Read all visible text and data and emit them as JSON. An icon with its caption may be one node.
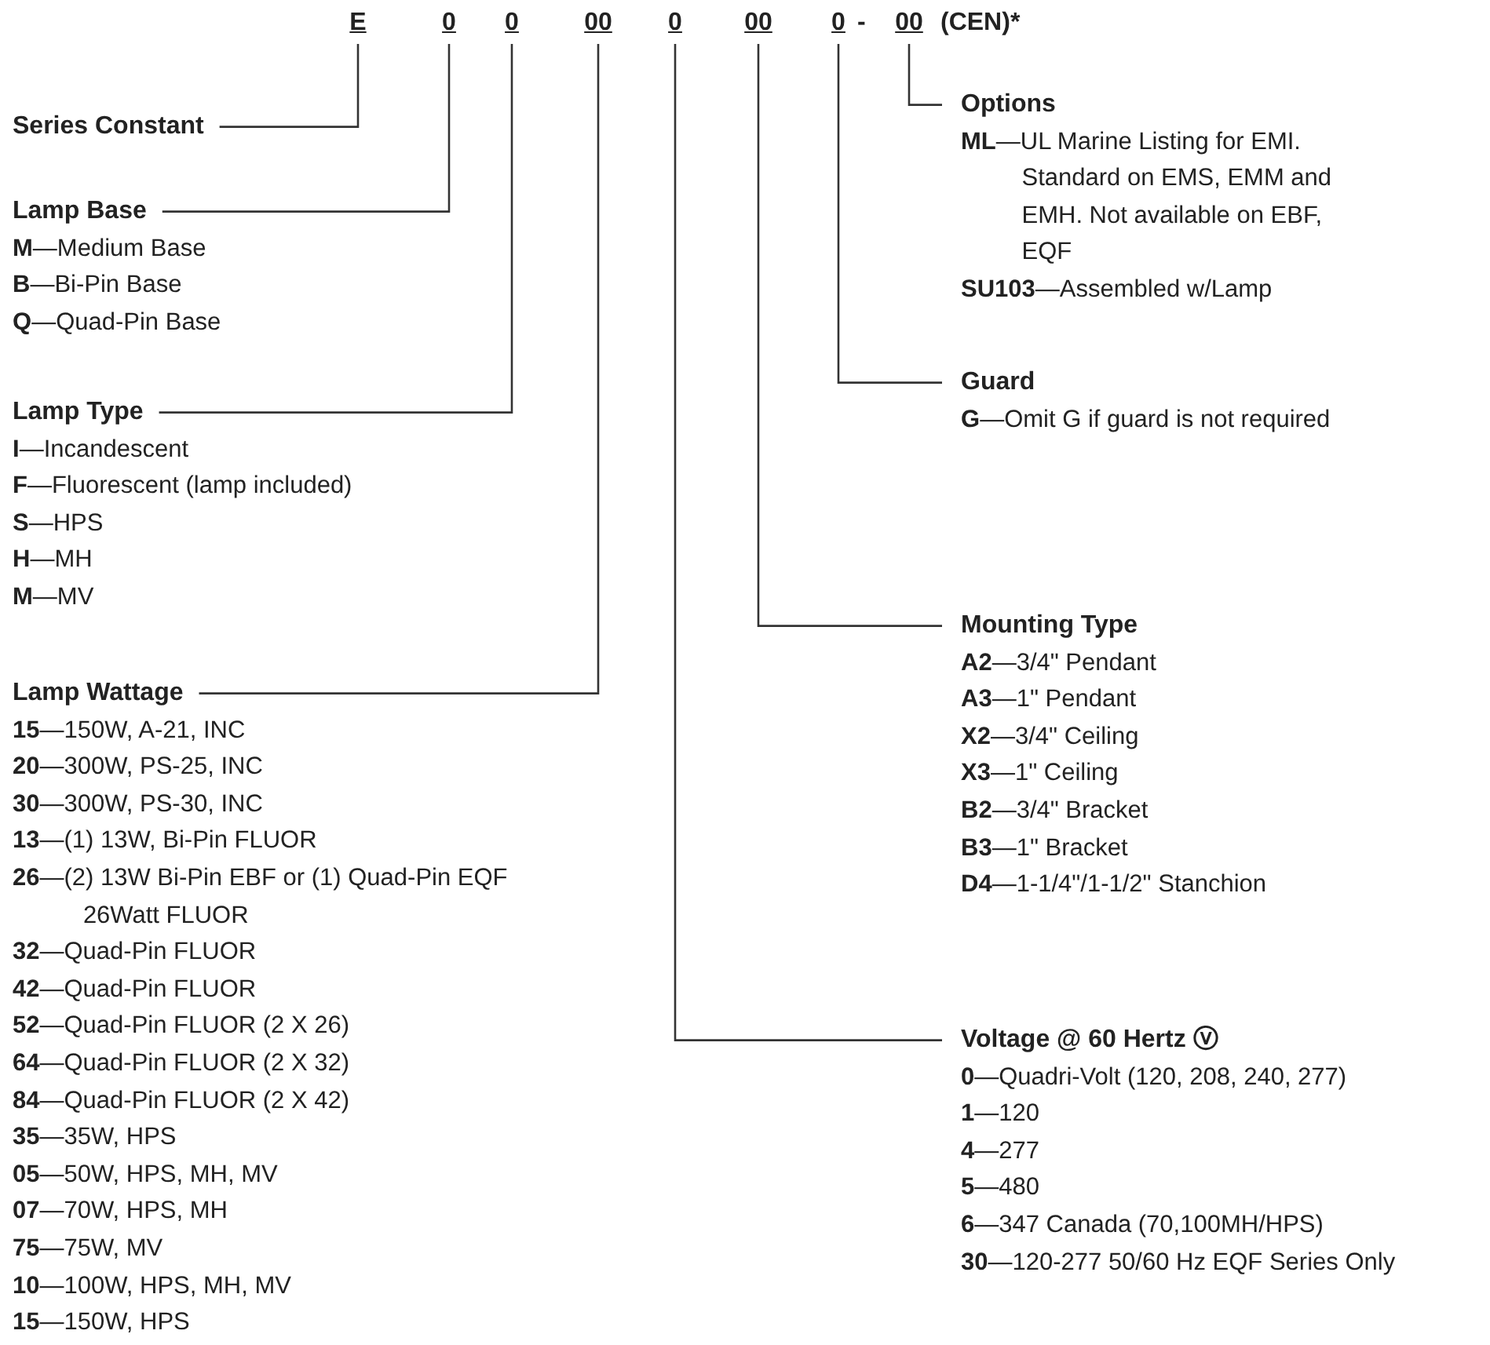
{
  "diagram": {
    "nodes": [
      {
        "text": [
          "E"
        ]
      },
      {
        "text": [
          "0"
        ]
      },
      {
        "text": [
          "0"
        ]
      },
      {
        "text": [
          "00"
        ]
      },
      {
        "text": [
          "0"
        ]
      },
      {
        "text": [
          "00"
        ]
      },
      {
        "text": [
          "0"
        ]
      },
      {
        "text": [
          "00"
        ]
      },
      {
        "text": [
          "Series Constant"
        ]
      },
      {
        "text": [
          "Lamp Base",
          "**M**—Medium Base",
          "**B**—Bi-Pin Base",
          "**Q**—Quad-Pin Base"
        ]
      },
      {
        "text": [
          "Lamp Type",
          "**I**—Incandescent",
          "**F**—Fluorescent (lamp included)",
          "**S**—HPS",
          "**H**—MH",
          "**M**—MV"
        ]
      },
      {
        "text": [
          "Lamp Wattage",
          "**15**—150W, A-21, INC",
          "**20**—300W, PS-25, INC",
          "**30**—300W, PS-30, INC",
          "**13**—(1) 13W, Bi-Pin FLUOR",
          "**26**—(2) 13W Bi-Pin EBF or (1) Quad-Pin EQF 26Watt FLUOR",
          "**32**—Quad-Pin FLUOR",
          "**42**—Quad-Pin FLUOR",
          "**52**—Quad-Pin FLUOR (2 X 26)",
          "**64**—Quad-Pin FLUOR (2 X 32)",
          "**84**—Quad-Pin FLUOR (2 X 42)",
          "**35**—35W, HPS",
          "**05**—50W, HPS, MH, MV",
          "**07**—70W, HPS, MH",
          "**75**—75W, MV",
          "**10**—100W, HPS, MH, MV",
          "**15**—150W, HPS"
        ]
      },
      {
        "text": [
          "Options",
          "**ML**—UL Marine Listing for EMI. Standard on EMS, EMM and EMH. Not available on EBF, EQF",
          "**SU103**—Assembled w/Lamp"
        ]
      },
      {
        "text": [
          "Guard",
          "**G**—Omit G if guard is not required"
        ]
      },
      {
        "text": [
          "Mounting Type",
          "**A2**—3/4\" Pendant",
          "**A3**—1\" Pendant",
          "**X2**—3/4\" Ceiling",
          "**X3**—1\" Ceiling",
          "**B2**—3/4\" Bracket",
          "**B3**—1\" Bracket",
          "**D4**—1-1/4\"/1-1/2\" Stanchion"
        ]
      },
      {
        "text": [
          "Voltage @ 60 Hertz ⓥ",
          "**0**—Quadri-Volt (120, 208, 240, 277)",
          "**1**—120",
          "**4**—277",
          "**5**—480",
          "**6**—347 Canada (70,100MH/HPS)",
          "**30**—120-277 50/60 Hz EQF Series Only"
        ]
      }
    ],
    "edges": [
      {
        "from": 0,
        "to": 8,
        "arrow": "none"
      },
      {
        "from": 1,
        "to": 9,
        "arrow": "none"
      },
      {
        "from": 2,
        "to": 10,
        "arrow": "none"
      },
      {
        "from": 3,
        "to": 11,
        "arrow": "none"
      },
      {
        "from": 4,
        "to": 15,
        "arrow": "none"
      },
      {
        "from": 5,
        "to": 14,
        "arrow": "none"
      },
      {
        "from": 6,
        "to": 13,
        "arrow": "none"
      },
      {
        "from": 7,
        "to": 12,
        "arrow": "none"
      }
    ],
    "labels": [
      "-",
      "(CEN)*"
    ]
  }
}
